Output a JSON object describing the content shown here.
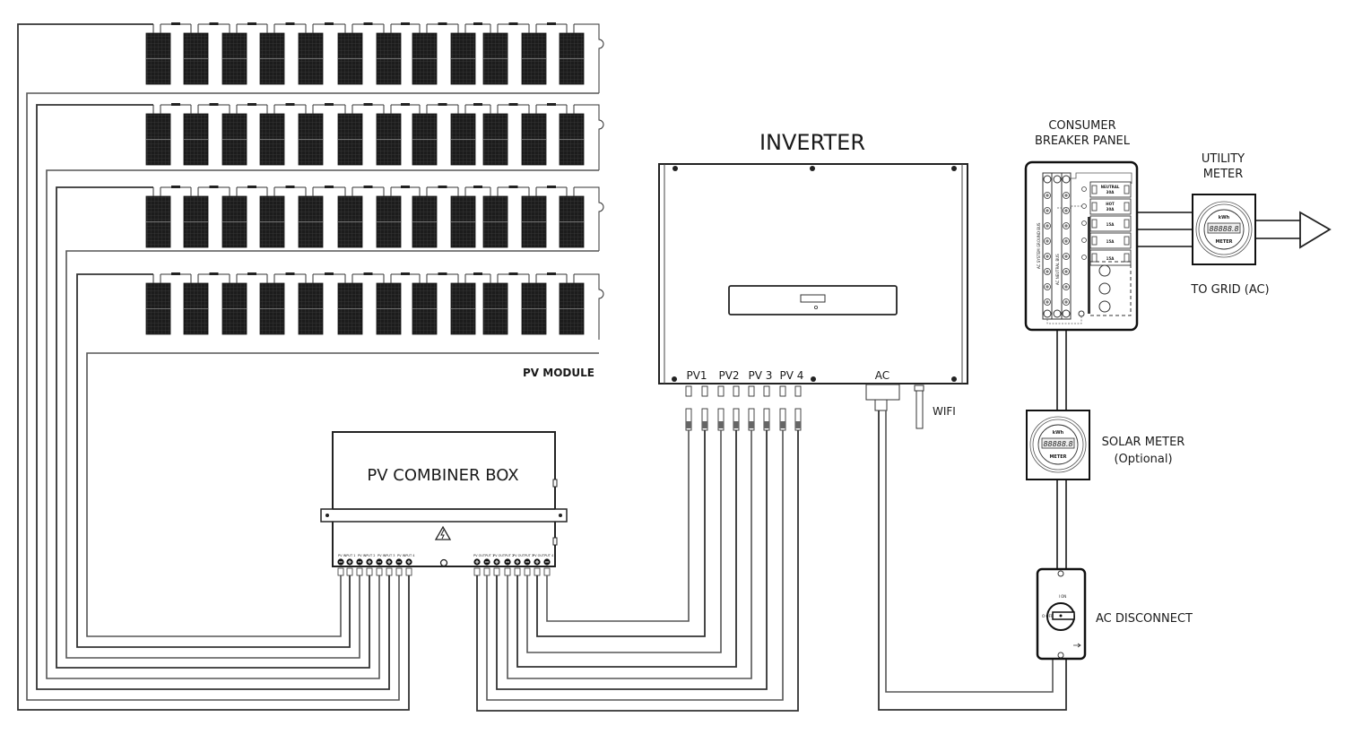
{
  "diagram": {
    "type": "solar-pv-system-wiring",
    "colors": {
      "panel": "#1c1c1c",
      "panel_grid": "#5a5a5a",
      "wire": "#555555",
      "outline": "#222222",
      "background": "#ffffff"
    },
    "pv_array": {
      "label": "PV MODULE",
      "strings": 4,
      "modules_per_string": 12
    },
    "combiner_box": {
      "title": "PV COMBINER BOX",
      "input_labels": [
        "PV INPUT 1",
        "PV INPUT 2",
        "PV INPUT 3",
        "PV INPUT 4"
      ],
      "output_labels": [
        "PV OUTPUT 1",
        "PV OUTPUT 2",
        "PV OUTPUT 3",
        "PV OUTPUT 4"
      ],
      "input_terminals": [
        "-",
        "+",
        "-",
        "+",
        "-",
        "+",
        "-",
        "+"
      ],
      "output_terminals": [
        "+",
        "-",
        "+",
        "-",
        "+",
        "-",
        "+",
        "-"
      ],
      "warning_icon": "high-voltage-warning"
    },
    "inverter": {
      "title": "INVERTER",
      "pv_ports": [
        "PV1",
        "PV2",
        "PV 3",
        "PV 4"
      ],
      "ac_label": "AC",
      "wifi_label": "WIFI"
    },
    "breaker_panel": {
      "title_line1": "CONSUMER",
      "title_line2": "BREAKER PANEL",
      "ground_bus_label": "AC SYSTEM GROUND BUS",
      "neutral_bus_label": "AC NEUTRAL BUS",
      "breakers": [
        {
          "line1": "NEUTRAL",
          "line2": "30A"
        },
        {
          "line1": "HOT",
          "line2": "30A"
        },
        {
          "line1": "15A",
          "line2": ""
        },
        {
          "line1": "15A",
          "line2": ""
        },
        {
          "line1": "15A",
          "line2": ""
        }
      ]
    },
    "utility_meter": {
      "title_line1": "UTILITY",
      "title_line2": "METER",
      "unit": "kWh",
      "display": "88888.8",
      "caption": "METER",
      "grid_label": "TO GRID (AC)"
    },
    "solar_meter": {
      "title_line1": "SOLAR METER",
      "title_line2": "(Optional)",
      "unit": "kWh",
      "display": "88888.8",
      "caption": "METER"
    },
    "ac_disconnect": {
      "label": "AC DISCONNECT",
      "on_label": "I ON",
      "off_label": "O OFF"
    }
  }
}
